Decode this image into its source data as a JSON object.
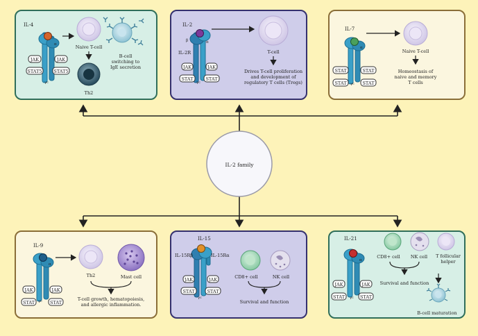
{
  "center": {
    "label": "IL-2 family"
  },
  "colors": {
    "background": "#fdf3b9",
    "mint_panel": "#d7efe6",
    "mint_border": "#2f6e5a",
    "lavender_panel": "#cfcdea",
    "lavender_border": "#34306e",
    "cream_panel": "#fbf6df",
    "cream_border": "#8a6e38",
    "receptor": "#3aa0c8",
    "receptor_dark": "#1d6f93",
    "cell_lilac": "#e2dcf0",
    "cell_green": "#9fd8b8"
  },
  "panels": {
    "il4": {
      "title": "IL-4",
      "naive": "Naive T-cell",
      "bcell": "B-cell\nswitching to\nIgE secretion",
      "th2": "Th2",
      "jak": "JAK",
      "stat": "STAT5",
      "alpha": "α",
      "gamma": "γc"
    },
    "il2": {
      "title": "IL-2",
      "receptor": "IL-2R",
      "tcell": "T-cell",
      "desc": "Drives T-cell proliferation\nand development of\nregulatory T cells (Tregs)",
      "jak": "JAK",
      "stat": "STAT",
      "alpha": "α",
      "beta": "β",
      "gamma": "γc"
    },
    "il7": {
      "title": "IL-7",
      "naive": "Naive T-cell",
      "desc": "Homeostasis of\nnaive and memory\nT cells",
      "stat": "STAT",
      "alpha": "α",
      "gamma": "γc"
    },
    "il9": {
      "title": "IL-9",
      "th2": "Th2",
      "mast": "Mast cell",
      "desc": "T-cell growth, hematopoiesis,\nand allergic inflammation.",
      "jak": "JAK",
      "stat": "STAT",
      "alpha": "α",
      "gamma": "γc"
    },
    "il15": {
      "title": "IL-15",
      "receptor_left": "IL-15Rβ",
      "receptor_right": "IL-15Rα",
      "cd8": "CD8+ cell",
      "nk": "NK cell",
      "desc": "Survival and function",
      "jak": "JAK",
      "stat": "STAT",
      "gamma": "γc"
    },
    "il21": {
      "title": "IL-21",
      "cd8": "CD8+ cell",
      "nk": "NK cell",
      "tfh": "T follicular\nhelper",
      "desc": "Survival and function",
      "bcell": "B-cell maturation",
      "jak": "JAK",
      "stat": "STAT",
      "alpha": "α",
      "gamma": "γc"
    }
  }
}
